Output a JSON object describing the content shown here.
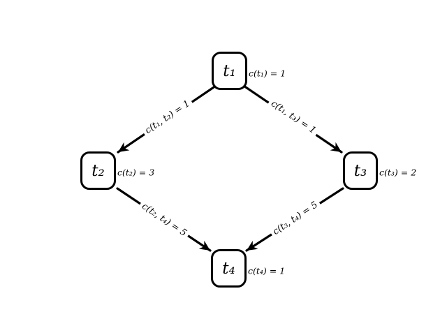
{
  "diagram": {
    "background_color": "#ffffff",
    "stroke_color": "#000000",
    "nodes": [
      {
        "id": "t1",
        "label": "t₁",
        "annotation": "c(t₁) = 1"
      },
      {
        "id": "t2",
        "label": "t₂",
        "annotation": "c(t₂) = 3"
      },
      {
        "id": "t3",
        "label": "t₃",
        "annotation": "c(t₃) = 2"
      },
      {
        "id": "t4",
        "label": "t₄",
        "annotation": "c(t₄) = 1"
      }
    ],
    "edges": [
      {
        "from": "t1",
        "to": "t2",
        "label": "c(t₁, t₂) = 1"
      },
      {
        "from": "t1",
        "to": "t3",
        "label": "c(t₁, t₃) = 1"
      },
      {
        "from": "t2",
        "to": "t4",
        "label": "c(t₂, t₄) = 5"
      },
      {
        "from": "t3",
        "to": "t4",
        "label": "c(t₃, t₄) = 5"
      }
    ]
  }
}
